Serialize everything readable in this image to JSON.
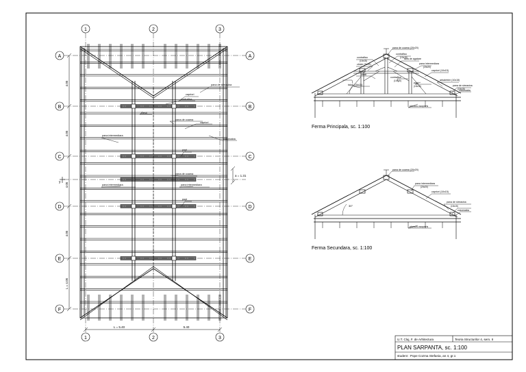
{
  "plan": {
    "grid_columns": [
      "1",
      "2",
      "3"
    ],
    "grid_rows": [
      "A",
      "B",
      "C",
      "D",
      "E",
      "F"
    ],
    "span_dims": [
      "4.05",
      "4.05",
      "4.05",
      "4.05",
      "L = 4.05"
    ],
    "bottom_dims": [
      "L = 5.40",
      "5.40"
    ],
    "spacing_note": "a = 1.31",
    "axis_mark": "y",
    "labels": {
      "pana_streasina": "pana de streasina",
      "capriori_top": "capriori",
      "contrafise": "contrafisa",
      "clesti": "clesti",
      "pana_coama": "pana de coama",
      "capriori_mid": "capriori",
      "pana_intermediara_1": "pana intermediara",
      "cosoroabe": "cosoroaba",
      "popi_1": "popi",
      "pana_coama_2": "pana de coama",
      "pana_intermediara_2": "pana intermediara",
      "pana_intermediara_3": "pana intermediara",
      "popi_2": "popi"
    }
  },
  "ferma_principala": {
    "title": "Ferma Principala, sc. 1:100",
    "labels": {
      "pana_coama": "pana de coama (20x20)",
      "contrafisa_top": "contrafisa",
      "contrafisa_top_dim": "(10x15)",
      "contrafisa_left": "contrafisa",
      "contrafisa_left_dim": "(10x15)",
      "cleste": "cleste (5x15)",
      "tava_agatare": "tava de agatare",
      "pana_intermediara": "pana intermediara",
      "pana_intermediara_dim": "(20x20)",
      "capriori": "capriori (10x15)",
      "clesti": "clesti",
      "contrafisa_mid": "contrafisa",
      "contrafisa_mid_dim": "(10x15)",
      "popi": "popi",
      "popi_dim": "(15x15)",
      "talpa": "talpa (15x15)",
      "arbaletrier": "arbaletrier (10x15)",
      "pana_streasina": "pana de streasina",
      "pana_streasina_dim": "(15x15)",
      "cosoroaba": "cosoroaba",
      "planseu": "planseu acoperis"
    }
  },
  "ferma_secundara": {
    "title": "Ferma Secundara, sc. 1:100",
    "angle": "30°",
    "labels": {
      "pana_coama": "pana de coama (20x20)",
      "pana_intermediara": "pana intermediara",
      "pana_intermediara_dim": "(20x20)",
      "capriori": "capriori (10x15)",
      "pana_streasina": "pana de streasina",
      "pana_streasina_dim": "(15x15)",
      "cosoroaba": "cosoroaba",
      "planseu": "planseu acoperis"
    }
  },
  "title_block": {
    "institution": "U.T. Cluj, F. de Arhitectura",
    "course": "Teoria Structurilor 4, sem. II",
    "title": "PLAN SARPANTA, sc. 1:100",
    "student": "student : Pope Cozma Stefania, an 4, gr.1"
  },
  "colors": {
    "ink": "#000000",
    "paper": "#ffffff"
  }
}
